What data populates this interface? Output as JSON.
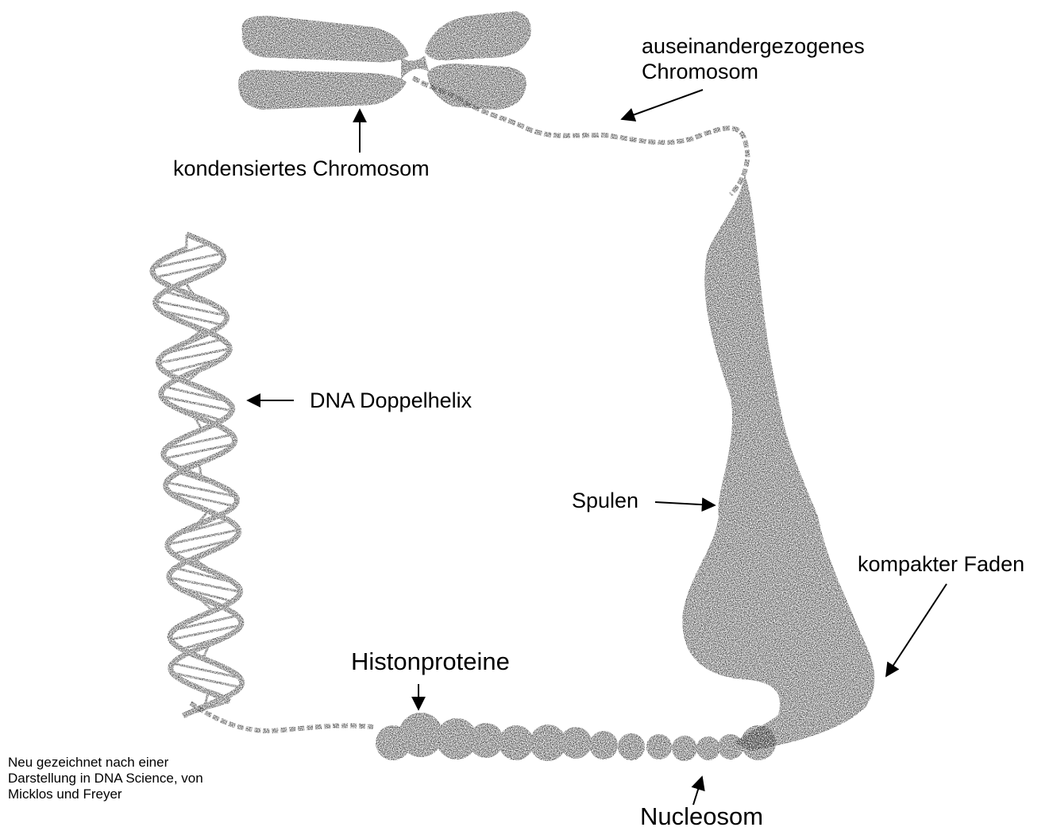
{
  "labels": {
    "extended_chromosome_line1": "auseinandergezogenes",
    "extended_chromosome_line2": "Chromosom",
    "condensed_chromosome": "kondensiertes Chromosom",
    "dna_double_helix": "DNA Doppelhelix",
    "coils": "Spulen",
    "compact_fiber": "kompakter Faden",
    "histone_proteins": "Histonproteine",
    "nucleosome": "Nucleosom"
  },
  "credit": {
    "line1": "Neu gezeichnet nach einer",
    "line2": "Darstellung in DNA Science, von",
    "line3": "Micklos und Freyer"
  },
  "colors": {
    "ink": "#333333",
    "ink_dark": "#1f1f1f",
    "background": "#ffffff"
  }
}
